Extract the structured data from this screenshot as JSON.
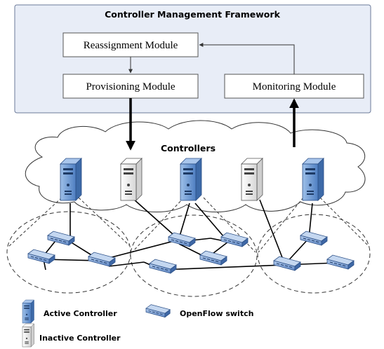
{
  "framework": {
    "title": "Controller Management Framework",
    "modules": {
      "reassignment": "Reassignment Module",
      "provisioning": "Provisioning Module",
      "monitoring": "Monitoring Module"
    }
  },
  "controllers_label": "Controllers",
  "legend": {
    "active": "Active Controller",
    "inactive": "Inactive Controller",
    "switch": "OpenFlow switch"
  },
  "colors": {
    "framework_bg": "#e8edf7",
    "active_server": "#6f9bd6",
    "inactive_server": "#f4f4f4",
    "switch": "#7fa4d8"
  }
}
